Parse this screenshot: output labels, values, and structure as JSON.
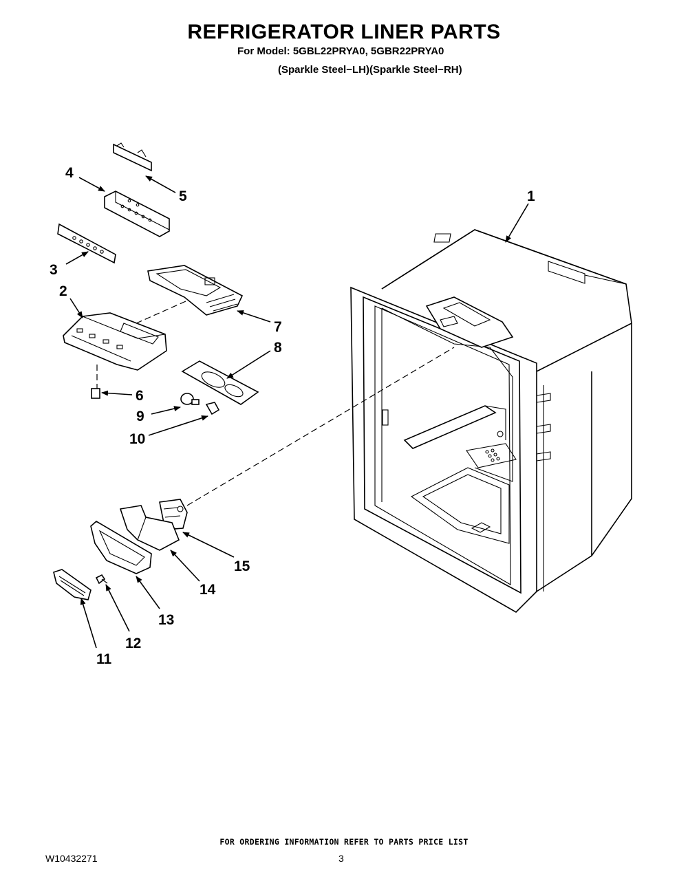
{
  "title": "REFRIGERATOR LINER PARTS",
  "model_line": "For Model: 5GBL22PRYA0, 5GBR22PRYA0",
  "variant_line": "(Sparkle Steel−LH)(Sparkle Steel−RH)",
  "callouts": [
    "1",
    "2",
    "3",
    "4",
    "5",
    "6",
    "7",
    "8",
    "9",
    "10",
    "11",
    "12",
    "13",
    "14",
    "15"
  ],
  "footer": {
    "ordering_note": "FOR ORDERING INFORMATION REFER TO PARTS PRICE LIST",
    "document_number": "W10432271",
    "page_number": "3"
  }
}
